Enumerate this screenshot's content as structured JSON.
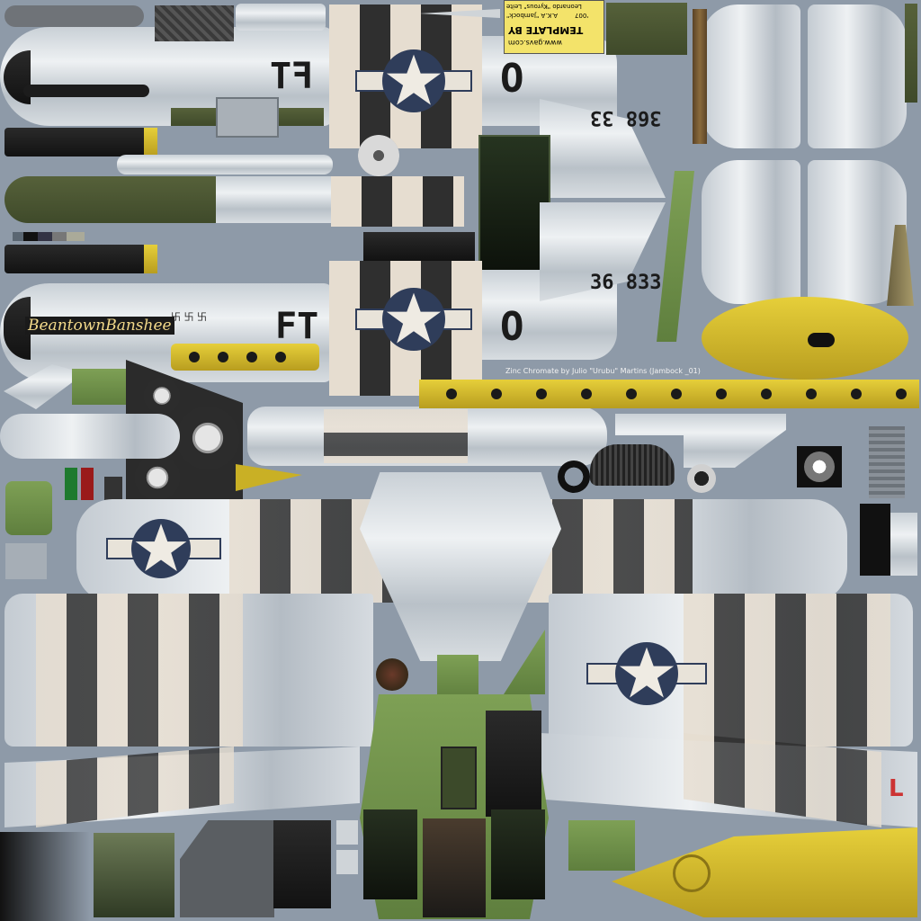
{
  "palette": {
    "background": "#8e9aa8",
    "invasion_light": "#e6ddd0",
    "invasion_dark": "#2f2f2f",
    "national_blue": "#2f3d5a",
    "olive_drab": "#56613a",
    "zinc_chromate": "#7ea055",
    "yellow": "#e6cf3a"
  },
  "markings": {
    "squadron_code_left": "FT",
    "squadron_code_right": "FT",
    "aircraft_letter": "O",
    "serial_upper": "368 33",
    "serial_lower": "36 833",
    "nose_art": "BeantownBanshee",
    "kill_marks": "卐 卐 卐",
    "rudder_letter": "L",
    "national_insignia": "star-and-bar-icon"
  },
  "template_card": {
    "line1": "Leonardo \"Kyrous\" Leite",
    "line2": "A.K.A \"Jambock\"",
    "line3": "'007",
    "line4": "TEMPLATE BY",
    "line5": "www.gavs.com"
  },
  "credit": "Zinc Chromate by Julio \"Urubu\" Martins (Jambock _01)"
}
